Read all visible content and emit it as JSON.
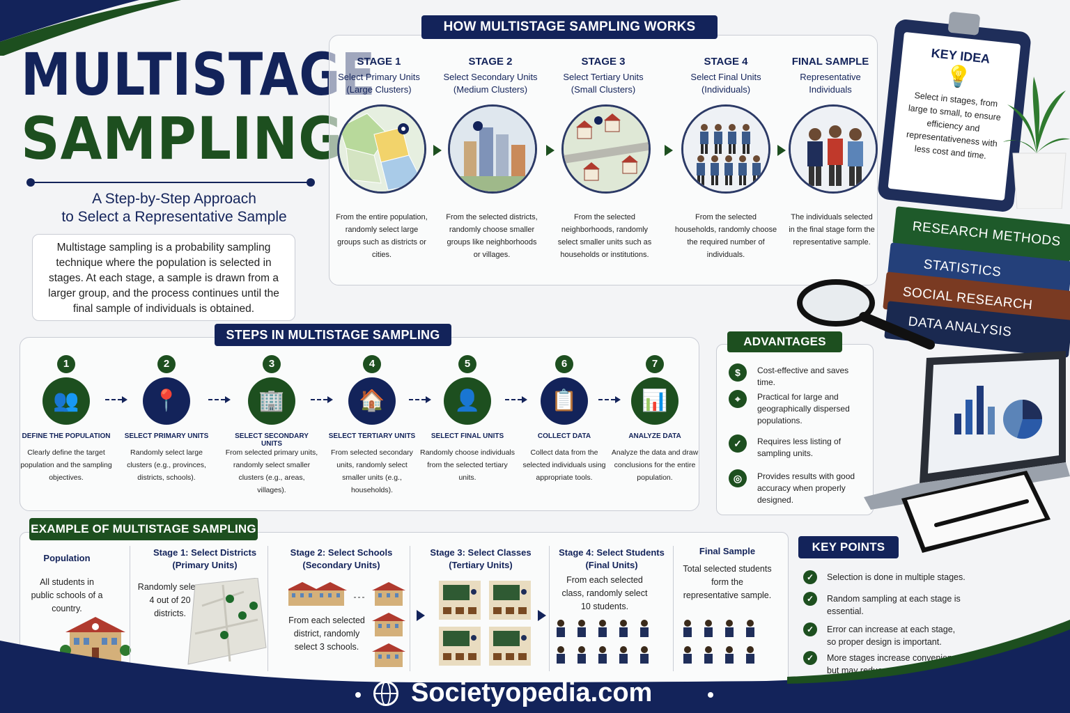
{
  "title": {
    "line1": "MULTISTAGE",
    "line2": "SAMPLING"
  },
  "subtitle": {
    "line1": "A Step-by-Step Approach",
    "line2": "to Select a Representative Sample"
  },
  "intro": "Multistage sampling is a probability sampling technique where the population is selected in stages. At each stage, a sample is drawn from a larger group, and the process continues until the final sample of individuals is obtained.",
  "how": {
    "header": "HOW MULTISTAGE SAMPLING WORKS",
    "stages": [
      {
        "title": "STAGE 1",
        "sub1": "Select Primary Units",
        "sub2": "(Large Clusters)",
        "desc": "From the entire population, randomly select large groups such as districts or cities."
      },
      {
        "title": "STAGE 2",
        "sub1": "Select Secondary Units",
        "sub2": "(Medium Clusters)",
        "desc": "From the selected districts, randomly choose smaller groups like neighborhoods or villages."
      },
      {
        "title": "STAGE 3",
        "sub1": "Select Tertiary Units",
        "sub2": "(Small Clusters)",
        "desc": "From the selected neighborhoods, randomly select smaller units such as households or institutions."
      },
      {
        "title": "STAGE 4",
        "sub1": "Select Final Units",
        "sub2": "(Individuals)",
        "desc": "From the selected households, randomly choose the required number of individuals."
      },
      {
        "title": "FINAL SAMPLE",
        "sub1": "Representative",
        "sub2": "Individuals",
        "desc": "The individuals selected in the final stage form the representative sample."
      }
    ]
  },
  "key_idea": {
    "title": "KEY IDEA",
    "text": "Select in stages, from large to small, to ensure efficiency and representativeness with less cost and time."
  },
  "books": [
    "RESEARCH METHODS",
    "STATISTICS",
    "SOCIAL RESEARCH",
    "DATA ANALYSIS"
  ],
  "steps": {
    "header": "STEPS IN MULTISTAGE SAMPLING",
    "items": [
      {
        "num": "1",
        "title": "DEFINE THE POPULATION",
        "desc": "Clearly define the target population and the sampling objectives.",
        "icon": "people-icon"
      },
      {
        "num": "2",
        "title": "SELECT PRIMARY UNITS",
        "desc": "Randomly select large clusters (e.g., provinces, districts, schools).",
        "icon": "map-pin-icon"
      },
      {
        "num": "3",
        "title": "SELECT SECONDARY UNITS",
        "desc": "From selected primary units, randomly select smaller clusters (e.g., areas, villages).",
        "icon": "buildings-icon"
      },
      {
        "num": "4",
        "title": "SELECT TERTIARY UNITS",
        "desc": "From selected secondary units, randomly select smaller units (e.g., households).",
        "icon": "house-icon"
      },
      {
        "num": "5",
        "title": "SELECT FINAL UNITS",
        "desc": "Randomly choose individuals from the selected tertiary units.",
        "icon": "person-icon"
      },
      {
        "num": "6",
        "title": "COLLECT DATA",
        "desc": "Collect data from the selected individuals using appropriate tools.",
        "icon": "clipboard-icon"
      },
      {
        "num": "7",
        "title": "ANALYZE DATA",
        "desc": "Analyze the data and draw conclusions for the entire population.",
        "icon": "chart-magnifier-icon"
      }
    ]
  },
  "advantages": {
    "header": "ADVANTAGES",
    "items": [
      {
        "text": "Cost-effective and saves time.",
        "icon": "money-bag-icon",
        "glyph": "$"
      },
      {
        "text": "Practical for large and geographically dispersed populations.",
        "icon": "location-icon",
        "glyph": "⌖"
      },
      {
        "text": "Requires less listing of sampling units.",
        "icon": "checklist-icon",
        "glyph": "✓"
      },
      {
        "text": "Provides results with good accuracy when properly designed.",
        "icon": "target-icon",
        "glyph": "◎"
      }
    ]
  },
  "example": {
    "header": "EXAMPLE OF MULTISTAGE SAMPLING",
    "cols": [
      {
        "h1": "Population",
        "h2": "",
        "text": "All students in public schools of a country."
      },
      {
        "h1": "Stage 1: Select Districts",
        "h2": "(Primary Units)",
        "text": "Randomly select 4 out of 20 districts."
      },
      {
        "h1": "Stage 2: Select Schools",
        "h2": "(Secondary Units)",
        "text": "From each selected district, randomly select 3 schools."
      },
      {
        "h1": "Stage 3: Select Classes",
        "h2": "(Tertiary Units)",
        "text": ""
      },
      {
        "h1": "Stage 4: Select Students",
        "h2": "(Final Units)",
        "text": "From each selected class, randomly select 10 students."
      },
      {
        "h1": "Final Sample",
        "h2": "",
        "text": "Total selected students form the representative sample."
      }
    ]
  },
  "key_points": {
    "header": "KEY POINTS",
    "items": [
      "Selection is done in multiple stages.",
      "Random sampling at each stage is essential.",
      "Error can increase at each stage, so proper design is important.",
      "More stages increase convenience but may reduce precision."
    ]
  },
  "footer": {
    "site": "Societyopedia.com"
  },
  "colors": {
    "navy": "#13235a",
    "green": "#1d4f1f"
  }
}
